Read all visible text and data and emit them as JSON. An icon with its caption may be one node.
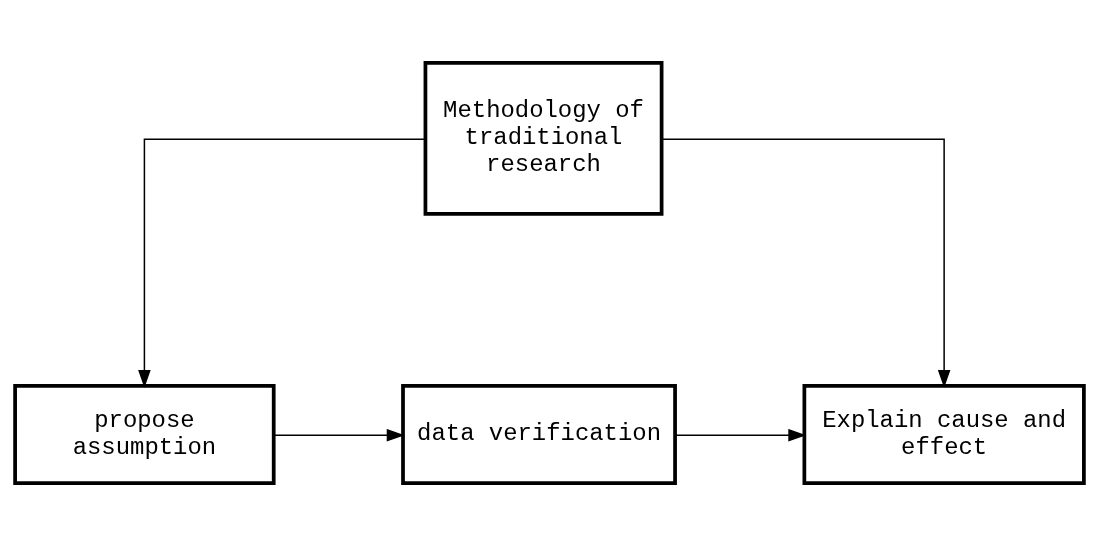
{
  "diagram": {
    "nodes": [
      {
        "text": [
          "Methodology of traditional research"
        ]
      },
      {
        "text": [
          "propose assumption"
        ]
      },
      {
        "text": [
          "data verification"
        ]
      },
      {
        "text": [
          "Explain cause and effect"
        ]
      }
    ],
    "edges": [
      {
        "from": 0,
        "to": 1,
        "arrow": "to"
      },
      {
        "from": 0,
        "to": 3,
        "arrow": "to"
      },
      {
        "from": 1,
        "to": 2,
        "arrow": "to"
      },
      {
        "from": 2,
        "to": 3,
        "arrow": "to"
      }
    ]
  }
}
